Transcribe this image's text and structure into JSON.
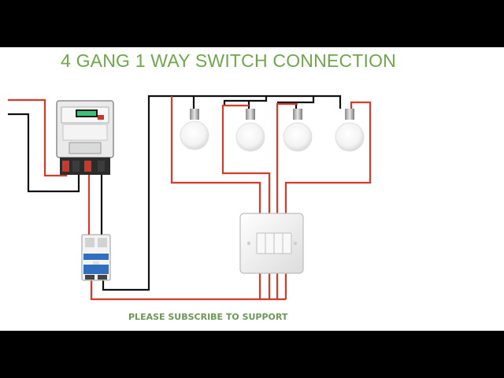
{
  "diagram": {
    "title": "4 GANG 1 WAY SWITCH CONNECTION",
    "footer": "PLEASE SUBSCRIBE TO SUPPORT",
    "colors": {
      "live_wire": "#d83a2a",
      "neutral_wire": "#111111",
      "title": "#6fa84a",
      "footer": "#6a9a55"
    },
    "components": {
      "meter": "energy-meter",
      "breaker": "double-pole-mcb",
      "switch": "4-gang-switch-board",
      "bulb_count": 4
    }
  }
}
